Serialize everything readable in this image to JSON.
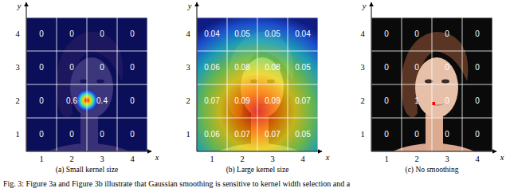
{
  "diagram": {
    "caption": "Fig. 3: Figure 3a and Figure 3b illustrate that Gaussian smoothing is sensitive to kernel width selection and a",
    "labels": [
      "y",
      "4",
      "3",
      "2",
      "1",
      "1",
      "2",
      "3",
      "4",
      "x",
      "0",
      "0",
      "0",
      "0",
      "0",
      "0",
      "0",
      "0",
      "0",
      "0.6",
      "0.4",
      "0",
      "0",
      "0",
      "0",
      "0",
      "(a) Small kernel size",
      "y",
      "4",
      "3",
      "2",
      "1",
      "1",
      "2",
      "3",
      "4",
      "x",
      "0.04",
      "0.05",
      "0.05",
      "0.04",
      "0.06",
      "0.08",
      "0.08",
      "0.05",
      "0.07",
      "0.09",
      "0.09",
      "0.07",
      "0.06",
      "0.07",
      "0.07",
      "0.05",
      "(b) Large kernel size",
      "y",
      "4",
      "3",
      "2",
      "1",
      "1",
      "2",
      "3",
      "4",
      "x",
      "0",
      "0",
      "0",
      "0",
      "0",
      "0",
      "0",
      "0",
      "0",
      "1",
      "0",
      "0",
      "0",
      "0",
      "0",
      "0",
      "(c) No smoothing"
    ]
  }
}
